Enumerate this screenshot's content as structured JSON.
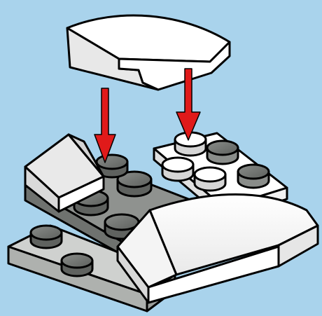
{
  "diagram": {
    "kind": "lego-assembly-instruction",
    "steps": [
      {
        "action": "place",
        "piece": "curved-slope-1x4",
        "direction": "down",
        "indicator": "red-arrow"
      }
    ],
    "pieces": [
      {
        "name": "curved-slope-1x4",
        "color": "white",
        "role": "top-piece-being-added"
      },
      {
        "name": "curved-slope-1x4",
        "color": "white",
        "role": "already-placed"
      },
      {
        "name": "slope-2x2",
        "color": "white",
        "role": "already-placed"
      },
      {
        "name": "plate-2x3",
        "color": "white",
        "role": "already-placed"
      },
      {
        "name": "plate-2x4",
        "color": "dark-gray",
        "role": "base"
      },
      {
        "name": "plate-2x3",
        "color": "light-gray",
        "role": "base"
      }
    ],
    "arrow_count": 2
  },
  "colors": {
    "background": "#a9d3ec",
    "white_brick": "#ffffff",
    "white_shade": "#d9d9d9",
    "dark_gray": "#8f928f",
    "dark_gray_side": "#6f726f",
    "light_gray": "#cfd1cf",
    "light_gray_side": "#aeb1ae",
    "arrow": "#e01a1a",
    "outline": "#000000"
  }
}
